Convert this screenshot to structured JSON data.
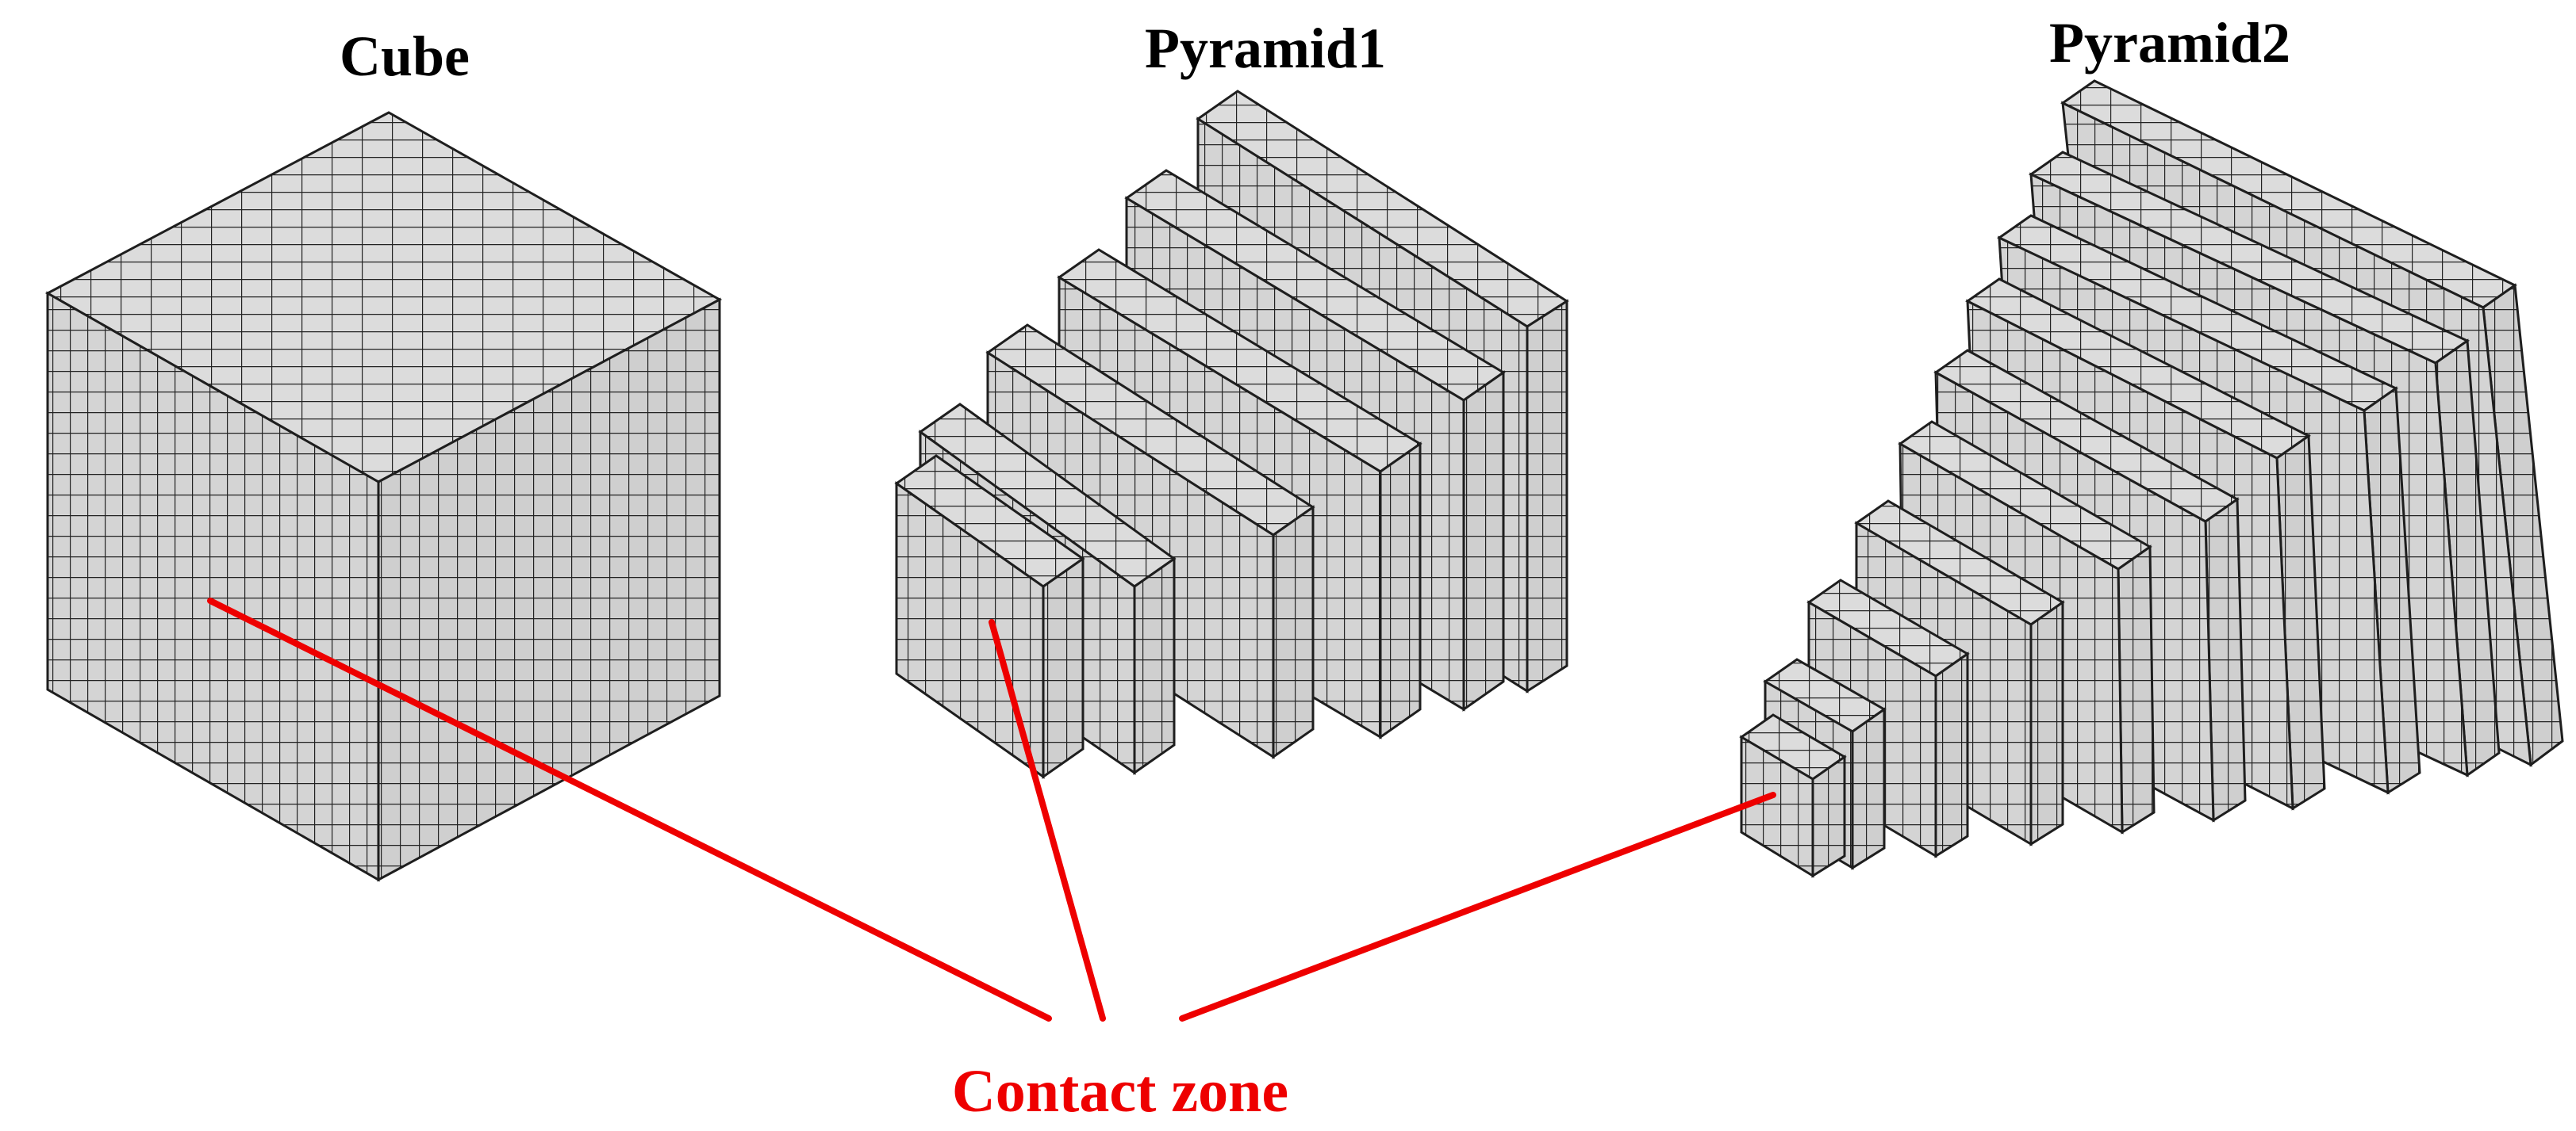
{
  "titles": {
    "cube": "Cube",
    "pyramid1": "Pyramid1",
    "pyramid2": "Pyramid2"
  },
  "annotation": {
    "label": "Contact zone",
    "color": "#ee0000"
  },
  "colors": {
    "face": "#d8d8d8",
    "edge": "#1e1e1e",
    "text": "#000000"
  },
  "meshes": {
    "cube": {
      "divisions": 20
    },
    "pyramid1": {
      "steps": 5
    },
    "pyramid2": {
      "steps": 9
    }
  }
}
